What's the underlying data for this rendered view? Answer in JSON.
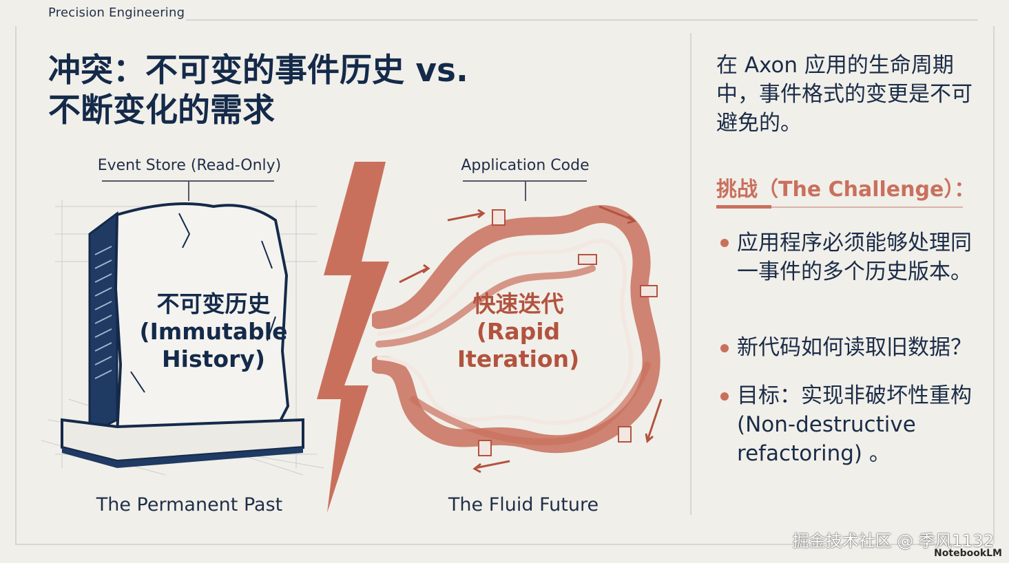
{
  "brand": "Precision Engineering",
  "title": {
    "line1": "冲突：不可变的事件历史 vs.",
    "line2": "不断变化的需求"
  },
  "left_panel": {
    "label": "Event Store (Read-Only)",
    "stone_line1": "不可变历史",
    "stone_line2": "(Immutable",
    "stone_line3": "History)",
    "caption": "The Permanent Past"
  },
  "right_panel": {
    "label": "Application Code",
    "flow_line1": "快速迭代",
    "flow_line2": "(Rapid",
    "flow_line3": "Iteration)",
    "caption": "The Fluid Future"
  },
  "sidebar": {
    "intro": "在 Axon 应用的生命周期中，事件格式的变更是不可避免的。",
    "challenge_title": "挑战（The Challenge）：",
    "bullets": [
      "应用程序必须能够处理同一事件的多个历史版本。",
      "新代码如何读取旧数据？",
      "目标：实现非破坏性重构 (Non-destructive refactoring) 。"
    ]
  },
  "watermark": "掘金技术社区 @ 季风1132",
  "notebook_badge": "NotebookLM",
  "colors": {
    "navy": "#142a4a",
    "rust": "#c9705d",
    "background": "#f1efe9"
  }
}
